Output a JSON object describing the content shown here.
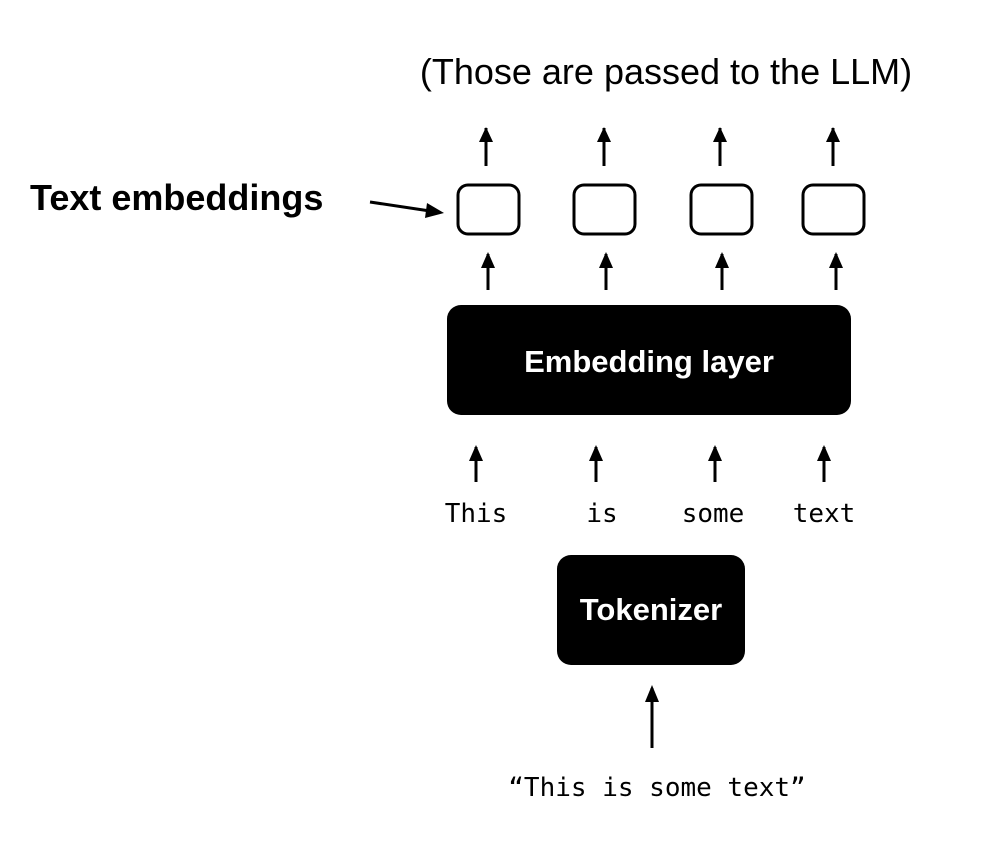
{
  "output_caption": "(Those are passed to the LLM)",
  "embeddings_label": "Text embeddings",
  "embedding_layer_label": "Embedding layer",
  "tokens": [
    "This",
    "is",
    "some",
    "text"
  ],
  "tokenizer_label": "Tokenizer",
  "input_text": "“This is some text”",
  "colors": {
    "foreground": "#000000",
    "box_text": "#ffffff",
    "background": "#ffffff"
  }
}
